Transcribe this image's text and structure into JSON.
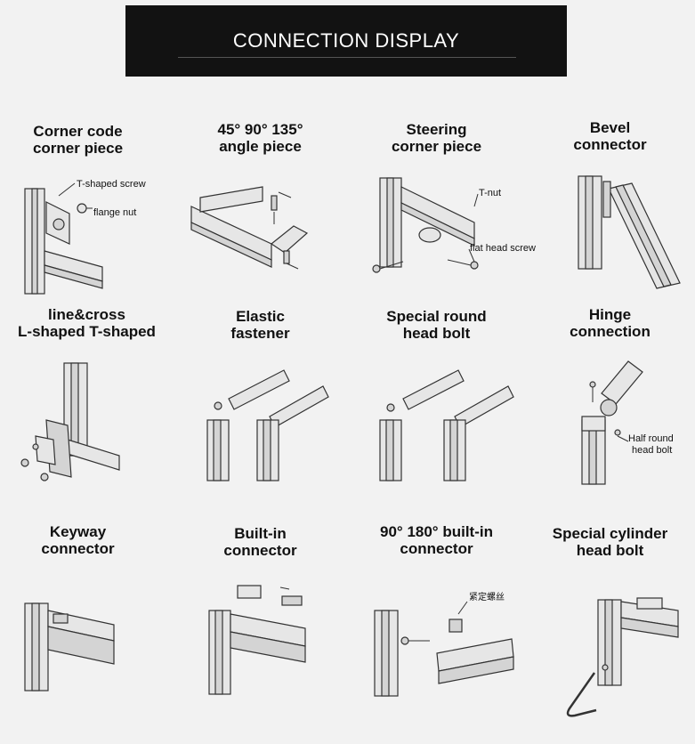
{
  "banner": {
    "title": "CONNECTION DISPLAY"
  },
  "cells": [
    {
      "line1": "Corner code",
      "line2": "corner piece",
      "labels": [
        "T-shaped screw",
        "flange nut"
      ]
    },
    {
      "line1": "45° 90° 135°",
      "line2": "angle piece",
      "labels": []
    },
    {
      "line1": "Steering",
      "line2": "corner piece",
      "labels": [
        "T-nut",
        "flat head screw"
      ]
    },
    {
      "line1": "Bevel",
      "line2": "connector",
      "labels": []
    },
    {
      "line1": "line&cross",
      "line2": "L-shaped T-shaped",
      "labels": []
    },
    {
      "line1": "Elastic",
      "line2": "fastener",
      "labels": []
    },
    {
      "line1": "Special round",
      "line2": "head bolt",
      "labels": []
    },
    {
      "line1": "Hinge",
      "line2": "connection",
      "labels": [
        "Half round",
        "head bolt"
      ]
    },
    {
      "line1": "Keyway",
      "line2": "connector",
      "labels": []
    },
    {
      "line1": "Built-in",
      "line2": "connector",
      "labels": []
    },
    {
      "line1": "90° 180° built-in",
      "line2": "connector",
      "labels": [
        "紧定螺丝"
      ]
    },
    {
      "line1": "Special cylinder",
      "line2": "head bolt",
      "labels": []
    }
  ]
}
